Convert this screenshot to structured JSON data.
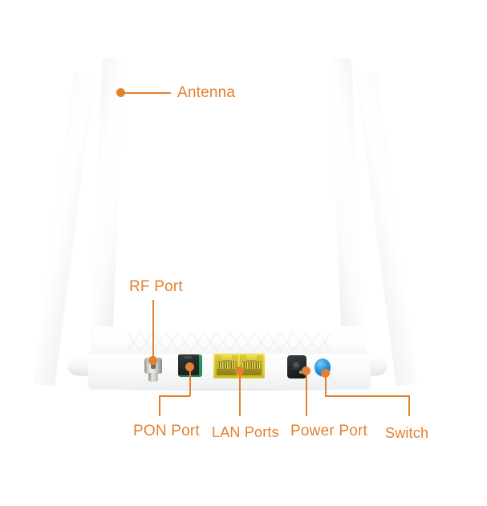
{
  "diagram": {
    "subject": "fiber optic router rear panel",
    "accent_color": "#e3812f",
    "background_color": "#ffffff"
  },
  "callouts": {
    "antenna": {
      "label": "Antenna",
      "target": "antenna",
      "leader": "horizontal-right"
    },
    "rf_port": {
      "label": "RF Port",
      "target": "rf-port",
      "leader": "vertical-down"
    },
    "pon_port": {
      "label": "PON Port",
      "target": "pon-port",
      "leader": "elbow-down-left"
    },
    "lan_ports": {
      "label": "LAN Ports",
      "target": "lan-ports",
      "leader": "vertical-down"
    },
    "power_port": {
      "label": "Power Port",
      "target": "power-port",
      "leader": "vertical-down"
    },
    "switch": {
      "label": "Switch",
      "target": "switch-button",
      "leader": "elbow-down-right"
    }
  },
  "device": {
    "antenna_count": 4,
    "lan_port_count": 2,
    "pon_port_color": "#1f8a50",
    "lan_port_color": "#e8d63c",
    "power_port_color": "#26292b",
    "switch_color": "#2f9ee0",
    "body_color": "#ffffff"
  }
}
